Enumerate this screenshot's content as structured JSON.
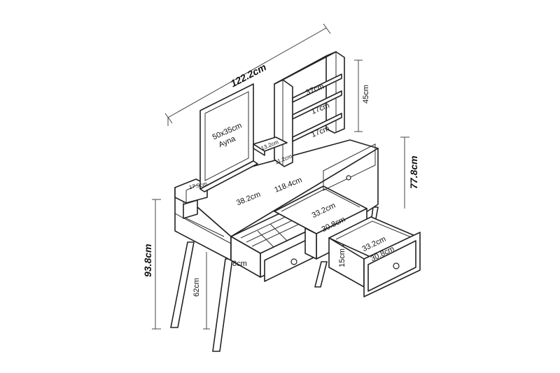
{
  "dimensions": {
    "total_width": "122.2cm",
    "total_height": "93.8cm",
    "desk_height": "77.8cm",
    "leg_height": "62cm",
    "shelf_unit_height": "45cm",
    "shelf_width": "37cm",
    "shelf_gap_upper": "17cm",
    "shelf_gap_lower": "17cm",
    "desk_top_length": "118.4cm",
    "left_section_depth": "38.2cm",
    "left_cubby_height": "17.9cm",
    "small_shelf_width": "13.2cm",
    "small_shelf_height": "11.2cm",
    "drawer_width_a": "33.2cm",
    "drawer_depth_a": "30.8cm",
    "drawer_width_b": "33.2cm",
    "drawer_depth_b": "30.8cm",
    "drawer_height_left": "8cm",
    "drawer_height_right": "15cm"
  },
  "mirror": {
    "size": "50x35cm",
    "name": "Ayna"
  }
}
